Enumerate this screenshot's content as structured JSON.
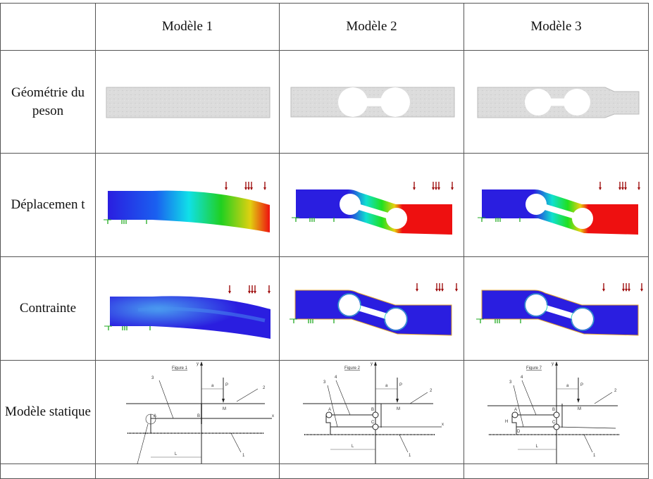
{
  "table": {
    "headers": [
      "",
      "Modèle 1",
      "Modèle 2",
      "Modèle 3"
    ],
    "rows": [
      {
        "label": "Géométrie du peson"
      },
      {
        "label": "Déplacemen t"
      },
      {
        "label": "Contrainte"
      },
      {
        "label": "Modèle statique"
      }
    ]
  },
  "figures": [
    {
      "title": "Figure 1",
      "labels": [
        "y",
        "x",
        "a",
        "P",
        "M",
        "B",
        "A",
        "L",
        "1",
        "2",
        "3"
      ]
    },
    {
      "title": "Figure 2",
      "labels": [
        "y",
        "x",
        "a",
        "P",
        "M",
        "B",
        "A",
        "C",
        "L",
        "1",
        "2",
        "3",
        "4"
      ]
    },
    {
      "title": "Figure 7",
      "labels": [
        "y",
        "a",
        "P",
        "M",
        "B",
        "A",
        "C",
        "D",
        "H",
        "L",
        "1",
        "2",
        "3",
        "4"
      ]
    }
  ],
  "colors": {
    "border": "#555555",
    "load_arrow": "#a01010",
    "support": "#22aa22",
    "fea_blue": "#2a1ee0",
    "fea_red": "#ee1010"
  }
}
